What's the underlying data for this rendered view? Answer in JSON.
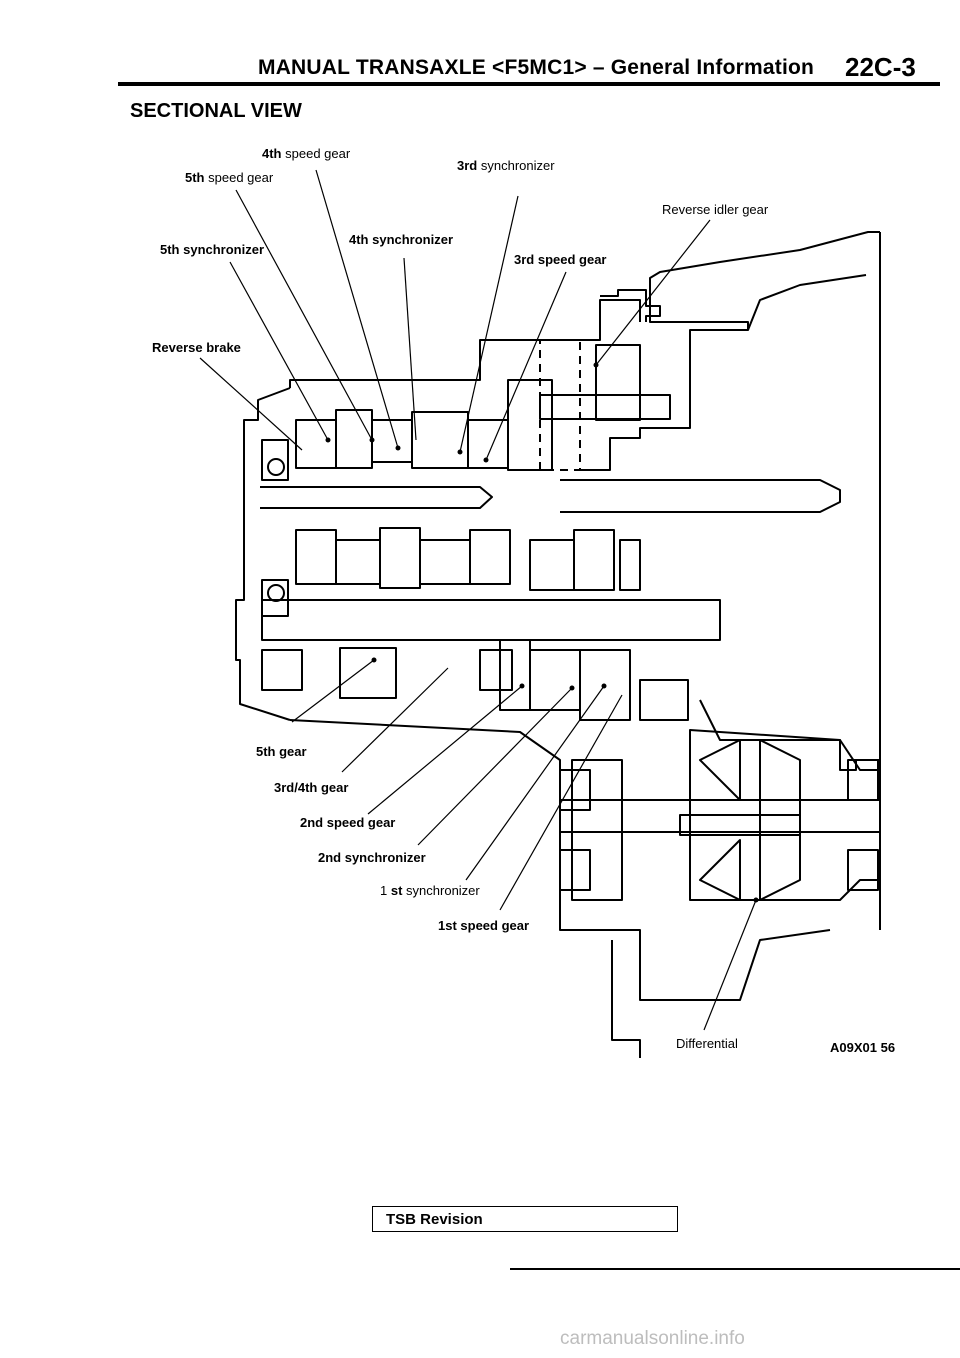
{
  "header": {
    "title": "MANUAL TRANSAXLE <F5MC1> – General Information",
    "page_number": "22C-3"
  },
  "section_title": "SECTIONAL VIEW",
  "labels": {
    "fourth_speed_gear": {
      "bold": "4th",
      "text": "speed gear"
    },
    "fifth_speed_gear": {
      "bold": "5th",
      "text": "speed gear"
    },
    "third_synchronizer": {
      "bold": "3rd",
      "text": "synchronizer"
    },
    "reverse_idler_gear": "Reverse  idler  gear",
    "fourth_synchronizer": "4th synchronizer",
    "fifth_synchronizer": "5th synchronizer",
    "third_speed_gear": "3rd speed gear",
    "reverse_brake": "Reverse brake",
    "fifth_gear": "5th gear",
    "third_fourth_gear": "3rd/4th gear",
    "second_speed_gear": "2nd speed gear",
    "second_synchronizer": "2nd synchronizer",
    "first_synchronizer": {
      "prefix": "1",
      "bold": "st",
      "text": "synchronizer"
    },
    "first_speed_gear": "1st speed gear",
    "differential": "Differential"
  },
  "figure_code": "A09X01 56",
  "footer": {
    "tsb_revision": "TSB Revision",
    "watermark": "carmanualsonline.info"
  }
}
